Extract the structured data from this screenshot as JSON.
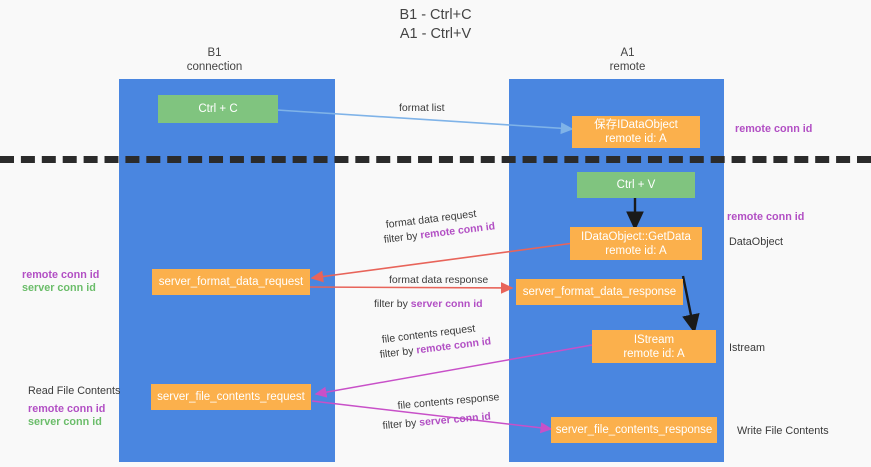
{
  "title": "B1 - Ctrl+C\nA1 - Ctrl+V",
  "colors": {
    "lane": "#4a86e0",
    "green_node": "#80c47f",
    "orange_node": "#fbb04c",
    "purple_text": "#b24fc4",
    "green_text": "#6bbd6a",
    "divider": "#2b2b2b",
    "background": "#f9f9f9",
    "blue_arrow": "#7fb3e8",
    "red_arrow": "#e8645a",
    "magenta_arrow": "#c850c8",
    "black_arrow": "#1a1a1a"
  },
  "lanes": [
    {
      "name": "b1",
      "header": "B1\nconnection"
    },
    {
      "name": "a1",
      "header": "A1\nremote"
    }
  ],
  "nodes": {
    "ctrl_c": "Ctrl + C",
    "save_idataobject": "保存IDataObject\nremote id: A",
    "ctrl_v": "Ctrl + V",
    "getdata": "IDataObject::GetData\nremote id: A",
    "server_format_data_request": "server_format_data_request",
    "server_format_data_response": "server_format_data_response",
    "istream": "IStream\nremote id: A",
    "server_file_contents_request": "server_file_contents_request",
    "server_file_contents_response": "server_file_contents_response"
  },
  "edge_labels": {
    "format_list": "format list",
    "format_data_request": "format data request",
    "format_data_request_filter_prefix": "filter by ",
    "format_data_request_filter_key": "remote conn id",
    "format_data_response": "format data response",
    "format_data_response_filter_prefix": "filter by ",
    "format_data_response_filter_key": "server conn id",
    "file_contents_request": "file contents request",
    "file_contents_request_filter_prefix": "filter by ",
    "file_contents_request_filter_key": "remote conn id",
    "file_contents_response": "file contents response",
    "file_contents_response_filter_prefix": "filter by ",
    "file_contents_response_filter_key": "server conn id"
  },
  "side_labels": {
    "right_remote_conn_id_top": "remote conn id",
    "right_remote_conn_id_mid": "remote conn id",
    "right_dataobject": "DataObject",
    "right_istream": "Istream",
    "right_write_file_contents": "Write File Contents",
    "left_remote_conn_id_mid": "remote conn id",
    "left_server_conn_id_mid": "server conn id",
    "left_read_file_contents": "Read File Contents",
    "left_remote_conn_id_bottom": "remote conn id",
    "left_server_conn_id_bottom": "server conn id"
  }
}
